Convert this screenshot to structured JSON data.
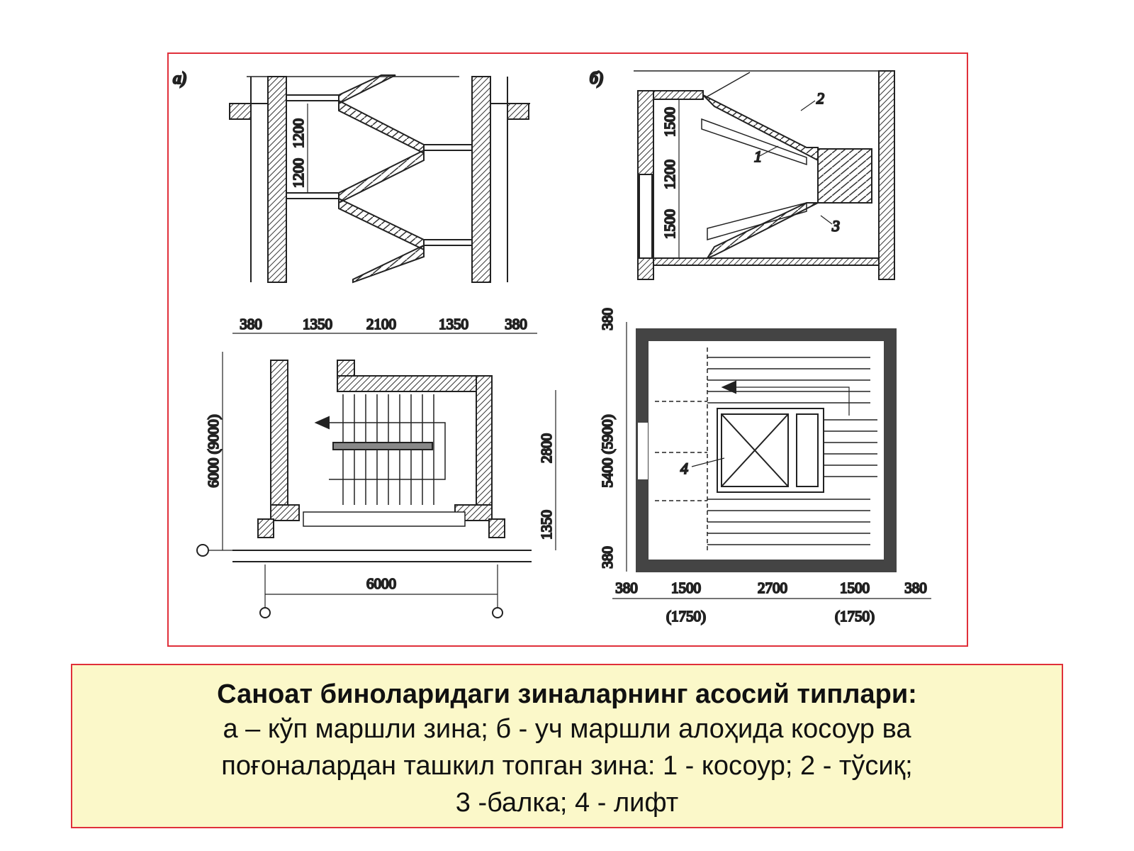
{
  "figure": {
    "panel_a_label": "а)",
    "panel_b_label": "б)",
    "section_a_dims": [
      "1200",
      "1200"
    ],
    "plan_a_top_dims": [
      "380",
      "1350",
      "2100",
      "1350",
      "380"
    ],
    "plan_a_left_dim": "6000 (9000)",
    "plan_a_right_dims": [
      "2800",
      "1350"
    ],
    "plan_a_bottom_dim": "6000",
    "section_b_dims": [
      "1500",
      "1200",
      "1500"
    ],
    "section_b_callouts": [
      "1",
      "2",
      "3"
    ],
    "plan_b_left_dims": [
      "380",
      "5400 (5900)",
      "380"
    ],
    "plan_b_bottom_dims": [
      "380",
      "1500",
      "2700",
      "1500",
      "380"
    ],
    "plan_b_bottom_sub": [
      "(1750)",
      "(1750)"
    ],
    "plan_b_callout": "4"
  },
  "caption": {
    "title": "Саноат биноларидаги зиналарнинг асосий типлари:",
    "line1": "а – кўп маршли зина; б - уч маршли алоҳида косоур ва",
    "line2": "поғоналардан ташкил топган зина: 1 - косоур; 2 - тўсиқ;",
    "line3": "3 -балка; 4 - лифт"
  }
}
